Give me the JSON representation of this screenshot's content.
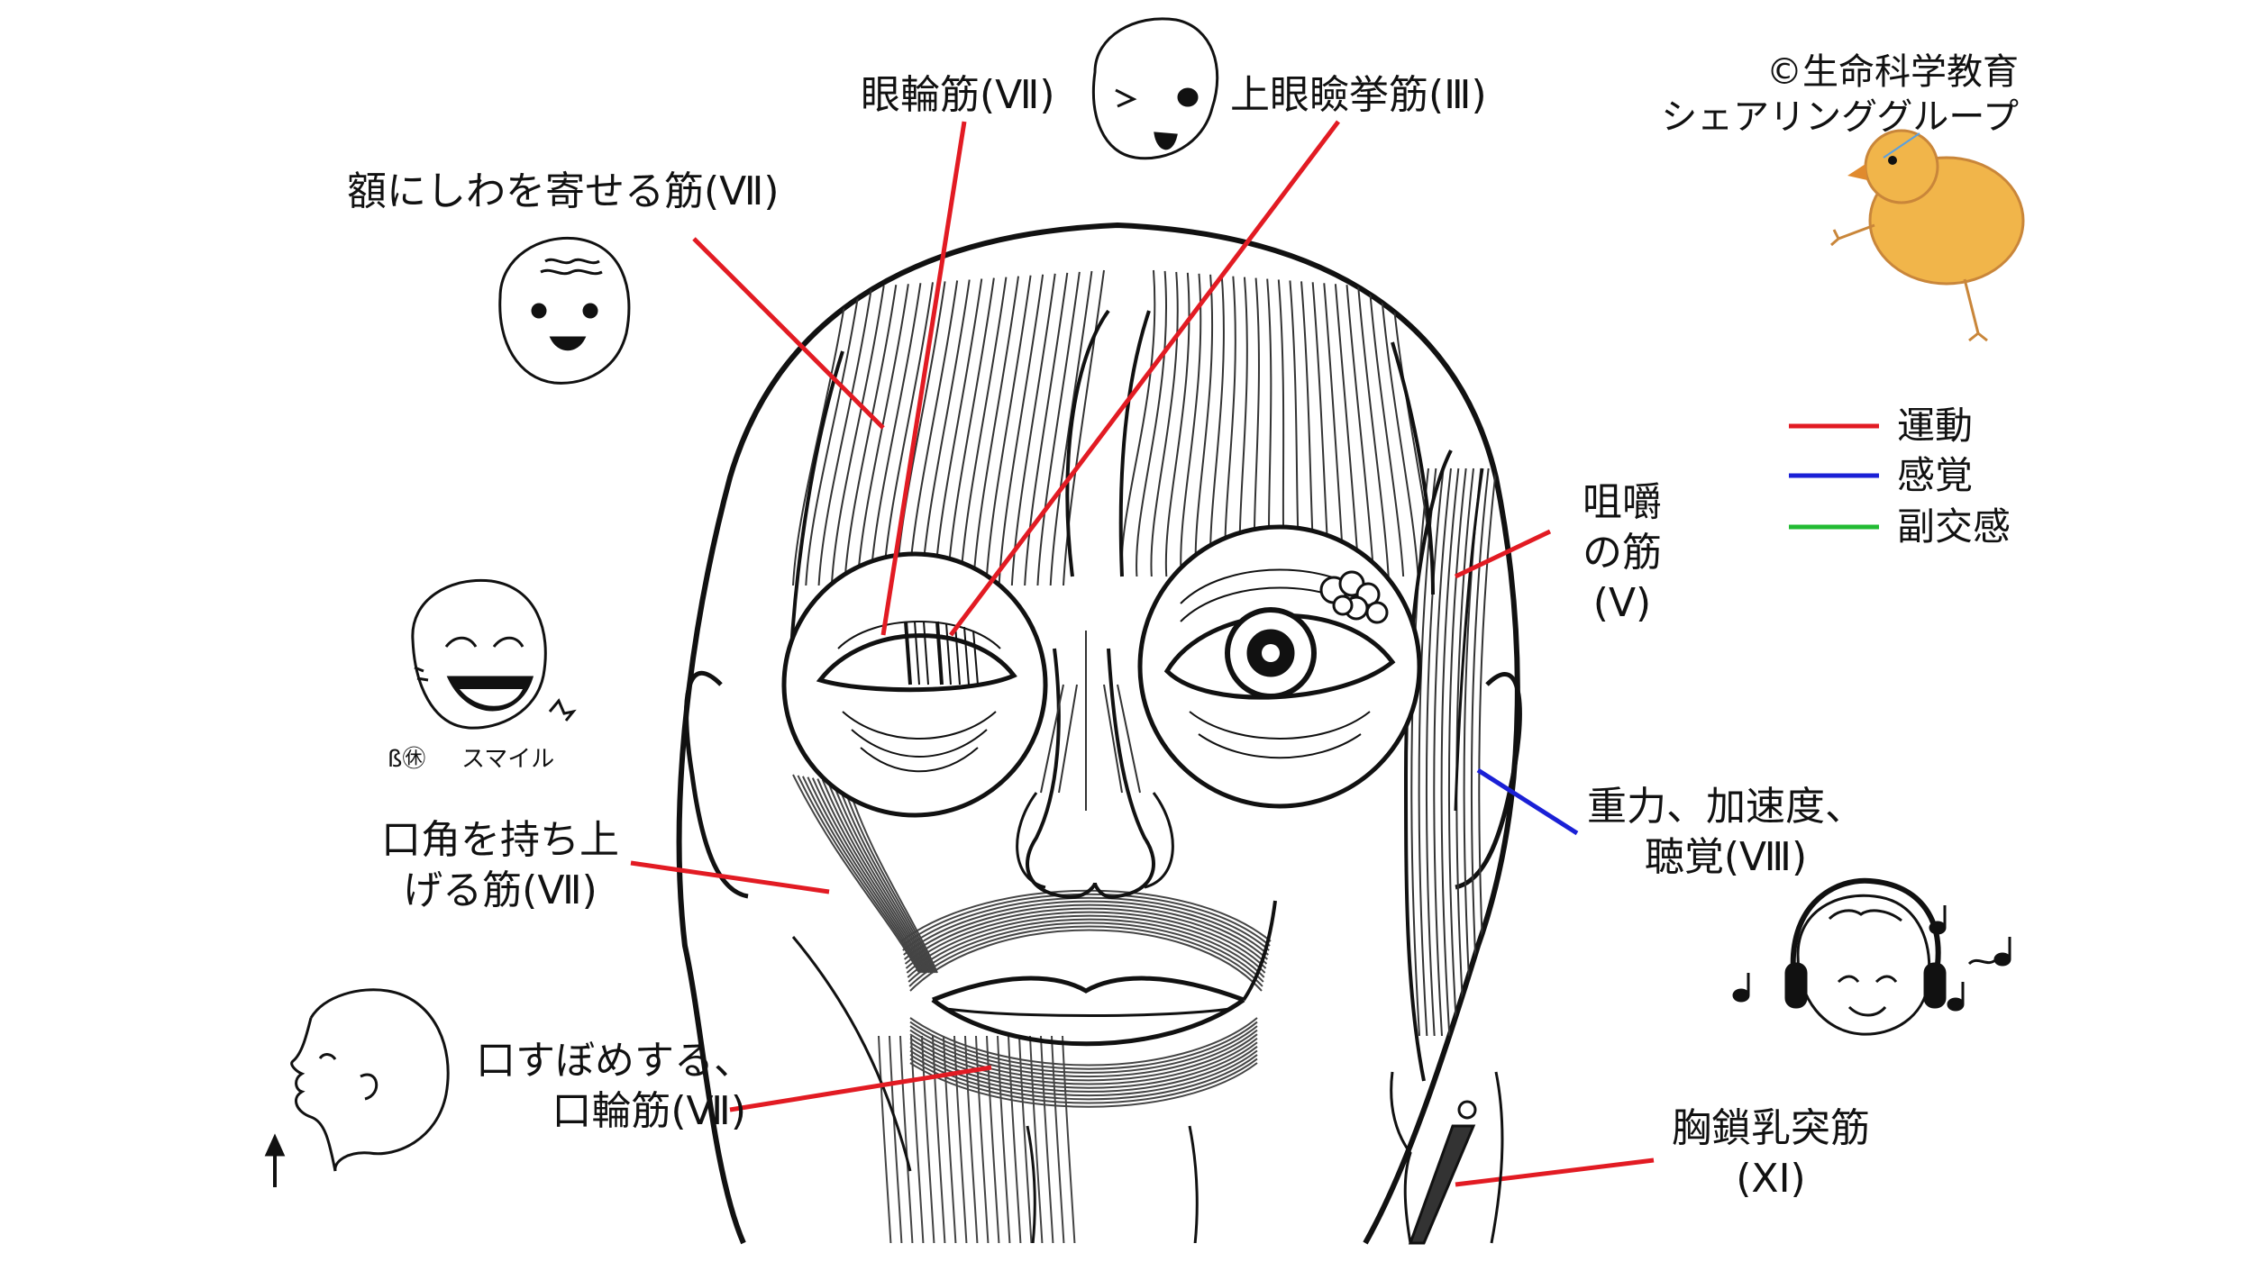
{
  "labels": {
    "orbicularis_oculi": "眼輪筋(Ⅶ)",
    "levator_palpebrae": "上眼瞼挙筋(Ⅲ)",
    "forehead_muscle": "額にしわを寄せる筋(Ⅶ)",
    "masticatory_line1": "咀嚼",
    "masticatory_line2": "の筋",
    "masticatory_line3": "(Ⅴ)",
    "gravity_line1": "重力、加速度、",
    "gravity_line2": "聴覚(Ⅷ)",
    "mouth_corner_line1": "口角を持ち上",
    "mouth_corner_line2": "げる筋(Ⅶ)",
    "orbicularis_oris_line1": "口すぼめする、",
    "orbicularis_oris_line2": "口輪筋(Ⅶ)",
    "scm_line1": "胸鎖乳突筋",
    "scm_line2": "(ⅩⅠ)",
    "smile_caption": "スマイル",
    "scribble_caption": "ß㊡"
  },
  "credit": {
    "line1": "©生命科学教育",
    "line2": "シェアリンググループ"
  },
  "legend": [
    {
      "label": "運動",
      "color": "#e21b23"
    },
    {
      "label": "感覚",
      "color": "#1a20d6"
    },
    {
      "label": "副交感",
      "color": "#22bb33"
    }
  ],
  "colors": {
    "motor": "#e21b23",
    "sensory": "#1a20d6",
    "parasympathetic": "#22bb33",
    "ink": "#111111",
    "chick": "#f1b54a"
  },
  "icons": [
    "face-wink-icon",
    "face-forehead-icon",
    "face-smile-icon",
    "face-profile-icon",
    "face-headphones-icon",
    "neck-muscle-icon",
    "chick-icon",
    "music-note-icon"
  ]
}
